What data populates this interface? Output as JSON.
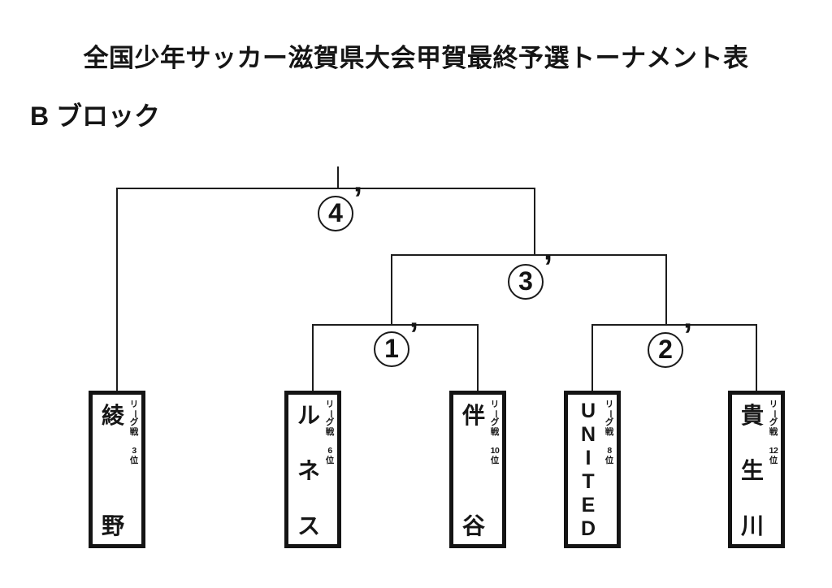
{
  "page": {
    "title": "全国少年サッカー滋賀県大会甲賀最終予選トーナメント表",
    "block_label": "B ブロック"
  },
  "league_label": {
    "text": "リーグ戦",
    "chars": [
      "リ",
      "ー",
      "グ",
      "戦"
    ]
  },
  "matches": [
    {
      "label": "4",
      "prime": "’"
    },
    {
      "label": "3",
      "prime": "’"
    },
    {
      "label": "1",
      "prime": "’"
    },
    {
      "label": "2",
      "prime": "’"
    }
  ],
  "teams": [
    {
      "name": "綾野",
      "chars": [
        "綾",
        "野"
      ],
      "league": "リーグ戦",
      "rank": "3位",
      "rank_num": "3",
      "rank_suffix": "位"
    },
    {
      "name": "ルネス",
      "chars": [
        "ル",
        "ネ",
        "ス"
      ],
      "league": "リーグ戦",
      "rank": "6位",
      "rank_num": "6",
      "rank_suffix": "位"
    },
    {
      "name": "伴谷",
      "chars": [
        "伴",
        "谷"
      ],
      "league": "リーグ戦",
      "rank": "10位",
      "rank_num": "10",
      "rank_suffix": "位"
    },
    {
      "name": "UNITED",
      "chars": [
        "U",
        "N",
        "I",
        "T",
        "E",
        "D"
      ],
      "league": "リーグ戦",
      "rank": "8位",
      "rank_num": "8",
      "rank_suffix": "位"
    },
    {
      "name": "貴生川",
      "chars": [
        "貴",
        "生",
        "川"
      ],
      "league": "リーグ戦",
      "rank": "12位",
      "rank_num": "12",
      "rank_suffix": "位"
    }
  ]
}
